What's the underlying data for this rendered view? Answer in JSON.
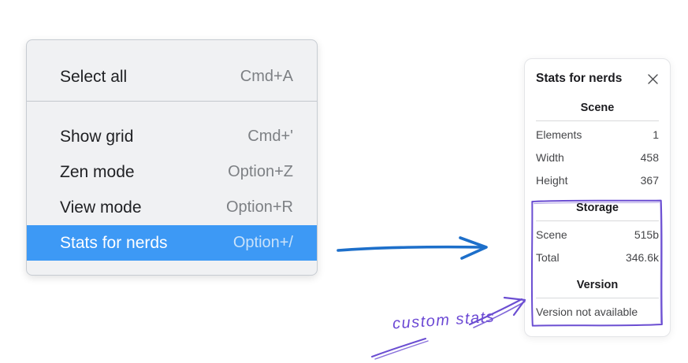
{
  "colors": {
    "menu_bg": "#f0f1f3",
    "menu_border": "#c7ccd2",
    "highlight_blue": "#3d99f5",
    "menu_text": "#1f2023",
    "shortcut_gray": "#7d8084",
    "selected_text": "#ffffff",
    "selected_shortcut": "#c9e2fa",
    "panel_bg": "#ffffff",
    "panel_border": "#e4e5e8",
    "panel_text": "#454649",
    "panel_heading": "#1b1b1f",
    "divider": "#d8d9db",
    "arrow_blue": "#1d6fca",
    "annotation_purple": "#6b48d4"
  },
  "context_menu": {
    "sections": [
      {
        "items": [
          {
            "label": "Select all",
            "shortcut": "Cmd+A",
            "selected": false
          }
        ]
      },
      {
        "items": [
          {
            "label": "Show grid",
            "shortcut": "Cmd+'",
            "selected": false
          },
          {
            "label": "Zen mode",
            "shortcut": "Option+Z",
            "selected": false
          },
          {
            "label": "View mode",
            "shortcut": "Option+R",
            "selected": false
          },
          {
            "label": "Stats for nerds",
            "shortcut": "Option+/",
            "selected": true
          }
        ]
      }
    ]
  },
  "stats_panel": {
    "title": "Stats for nerds",
    "close_icon": "x",
    "sections": [
      {
        "heading": "Scene",
        "rows": [
          [
            "Elements",
            "1"
          ],
          [
            "Width",
            "458"
          ],
          [
            "Height",
            "367"
          ]
        ]
      },
      {
        "heading": "Storage",
        "rows": [
          [
            "Scene",
            "515b"
          ],
          [
            "Total",
            "346.6k"
          ]
        ]
      },
      {
        "heading": "Version",
        "rows": [],
        "note": "Version not available"
      }
    ]
  },
  "annotation": {
    "label": "custom stats"
  }
}
